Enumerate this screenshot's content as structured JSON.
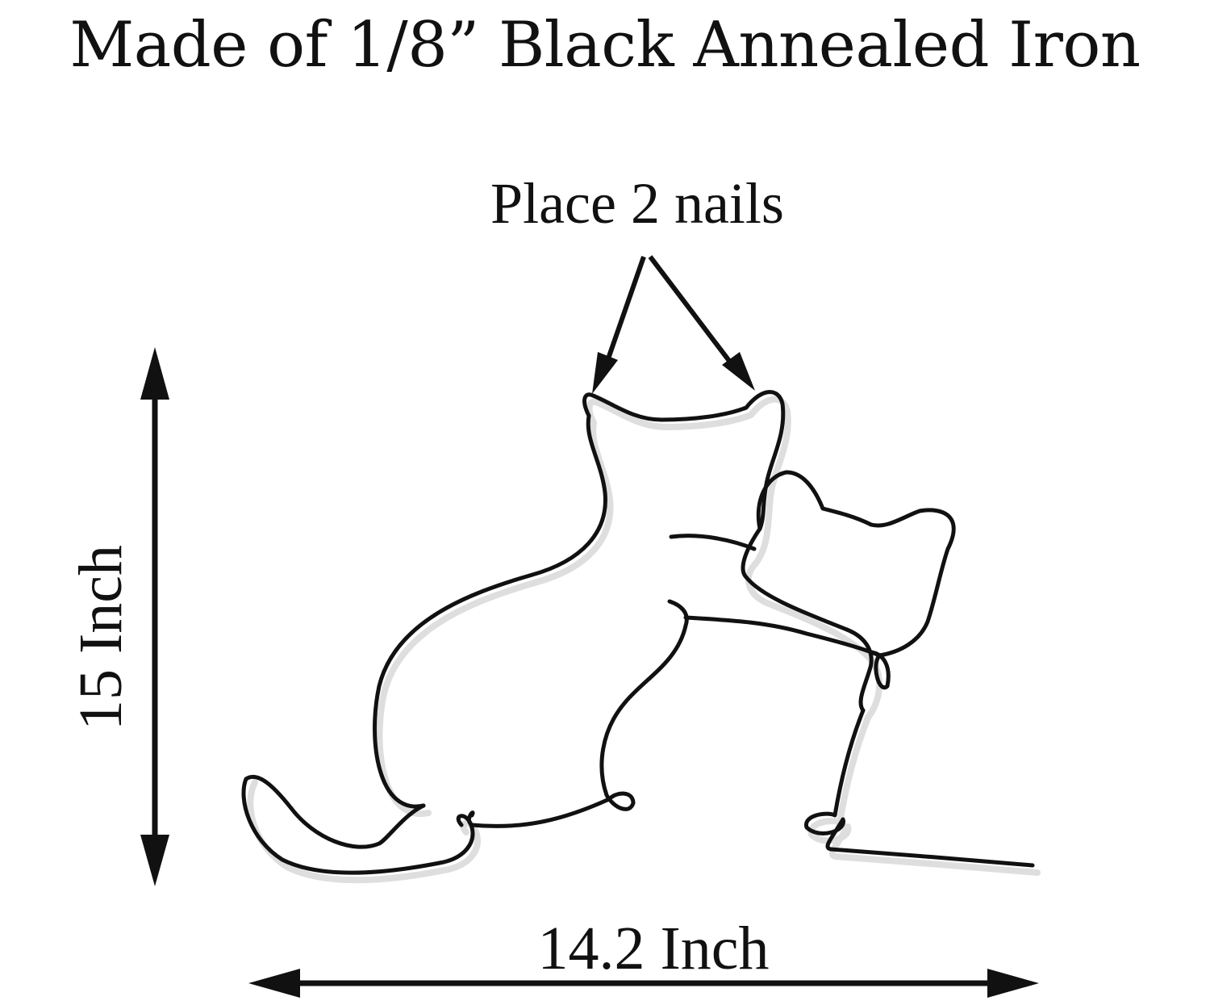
{
  "title": "Made of  1/8” Black Annealed Iron",
  "annotations": {
    "nails": "Place 2 nails",
    "width": "14.2 Inch",
    "height": "15 Inch"
  },
  "colors": {
    "wire": "#111111",
    "shadow": "#cfcfcf",
    "background": "#ffffff"
  }
}
